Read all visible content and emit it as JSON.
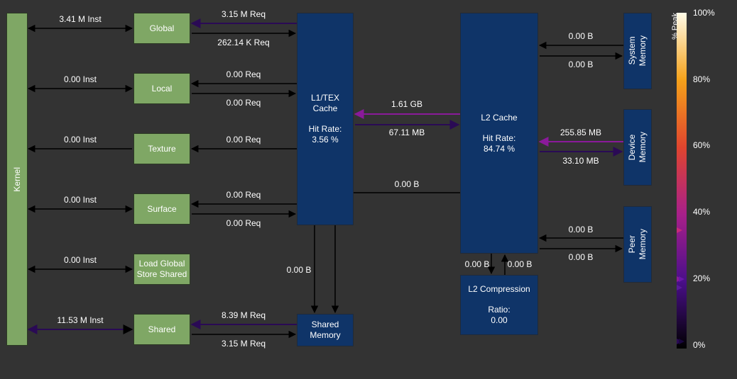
{
  "nodes": {
    "kernel": "Kernel",
    "global": "Global",
    "local": "Local",
    "texture": "Texture",
    "surface": "Surface",
    "lgss": [
      "Load Global",
      "Store Shared"
    ],
    "shared": "Shared",
    "l1": [
      "L1/TEX",
      "Cache",
      "",
      "Hit Rate:",
      "3.56 %"
    ],
    "shared_mem": [
      "Shared",
      "Memory"
    ],
    "l2": [
      "L2 Cache",
      "",
      "Hit Rate:",
      "84.74 %"
    ],
    "l2comp": [
      "L2 Compression",
      "",
      "Ratio:",
      "0.00"
    ],
    "sysmem": [
      "System",
      "Memory"
    ],
    "devmem": [
      "Device",
      "Memory"
    ],
    "peermem": [
      "Peer",
      "Memory"
    ]
  },
  "edges": {
    "kernel_global": "3.41 M Inst",
    "kernel_local": "0.00 Inst",
    "kernel_texture": "0.00 Inst",
    "kernel_surface": "0.00 Inst",
    "kernel_lgss": "0.00 Inst",
    "kernel_shared": "11.53 M Inst",
    "global_req_in": "3.15 M Req",
    "global_req_out": "262.14 K Req",
    "local_req_in": "0.00 Req",
    "local_req_out": "0.00 Req",
    "texture_req": "0.00 Req",
    "surface_req_in": "0.00 Req",
    "surface_req_out": "0.00 Req",
    "shared_req_in": "8.39 M Req",
    "shared_req_out": "3.15 M Req",
    "l1_l2_read": "1.61 GB",
    "l1_l2_write": "67.11 MB",
    "l2_shared": "0.00 B",
    "l1_shared": "0.00 B",
    "l2_comp_down": "0.00 B",
    "l2_comp_up": "0.00 B",
    "sys_in": "0.00 B",
    "sys_out": "0.00 B",
    "dev_in": "255.85 MB",
    "dev_out": "33.10 MB",
    "peer_in": "0.00 B",
    "peer_out": "0.00 B"
  },
  "scale": {
    "title": "% Peak",
    "ticks": [
      "100%",
      "80%",
      "60%",
      "40%",
      "20%",
      "0%"
    ]
  },
  "colors": {
    "green_node": "#7fa765",
    "blue_node": "#0f3468",
    "background": "#333333",
    "low_util": "#2a0a55",
    "mid_util": "#8a1a9a",
    "high_util": "#c62b7a"
  }
}
